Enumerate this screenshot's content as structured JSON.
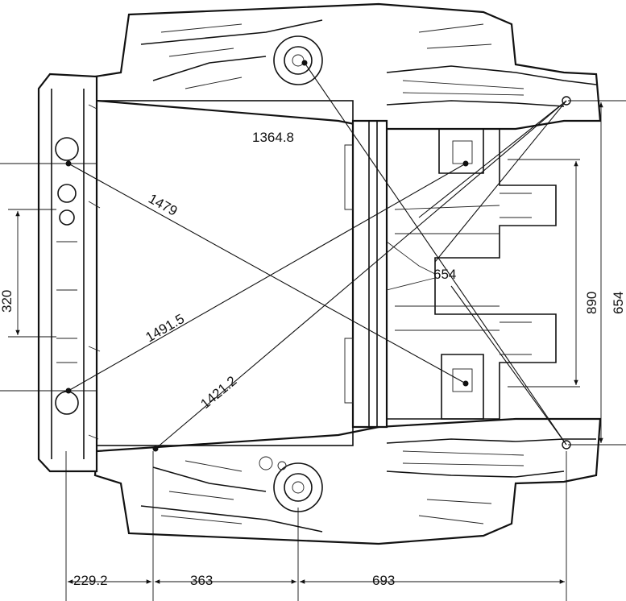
{
  "measurements": {
    "diag_1364_8": "1364.8",
    "diag_1479": "1479",
    "diag_1491_5": "1491.5",
    "diag_1421_2": "1421.2",
    "diag_654": "654"
  },
  "dimensions": {
    "left_vertical": "320",
    "right_vertical_inner": "890",
    "right_vertical_outer": "654",
    "bottom_1": "229.2",
    "bottom_2": "363",
    "bottom_3": "693"
  }
}
